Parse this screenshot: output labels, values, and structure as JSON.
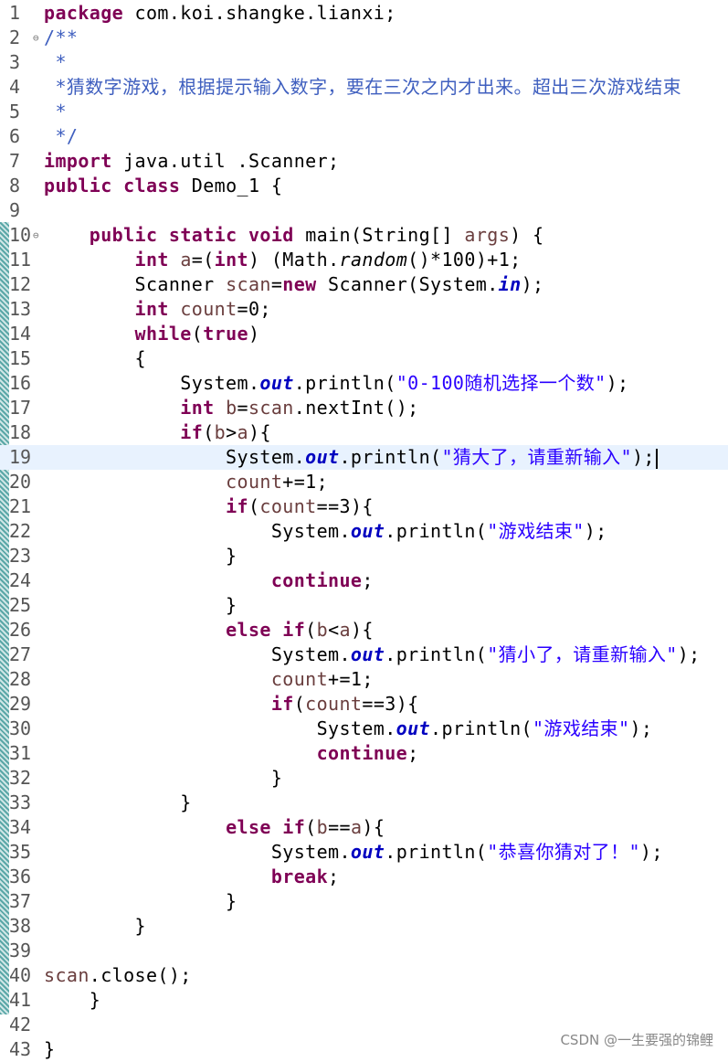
{
  "editor": {
    "language": "java",
    "current_line": 19,
    "lines": [
      {
        "n": "1",
        "tokens": [
          {
            "t": "package",
            "c": "kw"
          },
          {
            "t": " com.koi.shangke.lianxi;"
          }
        ]
      },
      {
        "n": "2",
        "fold": true,
        "tokens": [
          {
            "t": "/**",
            "c": "cmt"
          }
        ]
      },
      {
        "n": "3",
        "tokens": [
          {
            "t": " *",
            "c": "cmt"
          }
        ]
      },
      {
        "n": "4",
        "tokens": [
          {
            "t": " *猜数字游戏，根据提示输入数字，要在三次之内才出来。超出三次游戏结束",
            "c": "cmt"
          }
        ]
      },
      {
        "n": "5",
        "tokens": [
          {
            "t": " *",
            "c": "cmt"
          }
        ]
      },
      {
        "n": "6",
        "tokens": [
          {
            "t": " */",
            "c": "cmt"
          }
        ]
      },
      {
        "n": "7",
        "tokens": [
          {
            "t": "import",
            "c": "kw"
          },
          {
            "t": " java.util .Scanner;"
          }
        ]
      },
      {
        "n": "8",
        "tokens": [
          {
            "t": "public",
            "c": "kw"
          },
          {
            "t": " "
          },
          {
            "t": "class",
            "c": "kw"
          },
          {
            "t": " Demo_1 {"
          }
        ]
      },
      {
        "n": "9",
        "tokens": []
      },
      {
        "n": "10",
        "fold": true,
        "tokens": [
          {
            "t": "    "
          },
          {
            "t": "public",
            "c": "kw"
          },
          {
            "t": " "
          },
          {
            "t": "static",
            "c": "kw"
          },
          {
            "t": " "
          },
          {
            "t": "void",
            "c": "kw"
          },
          {
            "t": " main(String[] "
          },
          {
            "t": "args",
            "c": "var"
          },
          {
            "t": ") {"
          }
        ]
      },
      {
        "n": "11",
        "tokens": [
          {
            "t": "        "
          },
          {
            "t": "int",
            "c": "kw"
          },
          {
            "t": " "
          },
          {
            "t": "a",
            "c": "var"
          },
          {
            "t": "=("
          },
          {
            "t": "int",
            "c": "kw"
          },
          {
            "t": ") (Math."
          },
          {
            "t": "random",
            "c": "itl"
          },
          {
            "t": "()*100)+1;"
          }
        ]
      },
      {
        "n": "12",
        "tokens": [
          {
            "t": "        Scanner "
          },
          {
            "t": "scan",
            "c": "var"
          },
          {
            "t": "="
          },
          {
            "t": "new",
            "c": "kw"
          },
          {
            "t": " Scanner(System."
          },
          {
            "t": "in",
            "c": "fld"
          },
          {
            "t": ");"
          }
        ]
      },
      {
        "n": "13",
        "tokens": [
          {
            "t": "        "
          },
          {
            "t": "int",
            "c": "kw"
          },
          {
            "t": " "
          },
          {
            "t": "count",
            "c": "var"
          },
          {
            "t": "=0;"
          }
        ]
      },
      {
        "n": "14",
        "tokens": [
          {
            "t": "        "
          },
          {
            "t": "while",
            "c": "kw"
          },
          {
            "t": "("
          },
          {
            "t": "true",
            "c": "kw"
          },
          {
            "t": ")"
          }
        ]
      },
      {
        "n": "15",
        "tokens": [
          {
            "t": "        {"
          }
        ]
      },
      {
        "n": "16",
        "tokens": [
          {
            "t": "            System."
          },
          {
            "t": "out",
            "c": "fld"
          },
          {
            "t": ".println("
          },
          {
            "t": "\"0-100随机选择一个数\"",
            "c": "str"
          },
          {
            "t": ");"
          }
        ]
      },
      {
        "n": "17",
        "tokens": [
          {
            "t": "            "
          },
          {
            "t": "int",
            "c": "kw"
          },
          {
            "t": " "
          },
          {
            "t": "b",
            "c": "var"
          },
          {
            "t": "="
          },
          {
            "t": "scan",
            "c": "var"
          },
          {
            "t": ".nextInt();"
          }
        ]
      },
      {
        "n": "18",
        "tokens": [
          {
            "t": "            "
          },
          {
            "t": "if",
            "c": "kw"
          },
          {
            "t": "("
          },
          {
            "t": "b",
            "c": "var"
          },
          {
            "t": ">"
          },
          {
            "t": "a",
            "c": "var"
          },
          {
            "t": "){"
          }
        ]
      },
      {
        "n": "19",
        "tokens": [
          {
            "t": "                System."
          },
          {
            "t": "out",
            "c": "fld"
          },
          {
            "t": ".println("
          },
          {
            "t": "\"猜大了，请重新输入\"",
            "c": "str"
          },
          {
            "t": ");"
          }
        ]
      },
      {
        "n": "20",
        "tokens": [
          {
            "t": "                "
          },
          {
            "t": "count",
            "c": "var"
          },
          {
            "t": "+=1;"
          }
        ]
      },
      {
        "n": "21",
        "tokens": [
          {
            "t": "                "
          },
          {
            "t": "if",
            "c": "kw"
          },
          {
            "t": "("
          },
          {
            "t": "count",
            "c": "var"
          },
          {
            "t": "==3){"
          }
        ]
      },
      {
        "n": "22",
        "tokens": [
          {
            "t": "                    System."
          },
          {
            "t": "out",
            "c": "fld"
          },
          {
            "t": ".println("
          },
          {
            "t": "\"游戏结束\"",
            "c": "str"
          },
          {
            "t": ");"
          }
        ]
      },
      {
        "n": "23",
        "tokens": [
          {
            "t": "                }"
          }
        ]
      },
      {
        "n": "24",
        "tokens": [
          {
            "t": "                    "
          },
          {
            "t": "continue",
            "c": "kw"
          },
          {
            "t": ";"
          }
        ]
      },
      {
        "n": "25",
        "tokens": [
          {
            "t": "                }"
          }
        ]
      },
      {
        "n": "26",
        "tokens": [
          {
            "t": "                "
          },
          {
            "t": "else",
            "c": "kw"
          },
          {
            "t": " "
          },
          {
            "t": "if",
            "c": "kw"
          },
          {
            "t": "("
          },
          {
            "t": "b",
            "c": "var"
          },
          {
            "t": "<"
          },
          {
            "t": "a",
            "c": "var"
          },
          {
            "t": "){"
          }
        ]
      },
      {
        "n": "27",
        "tokens": [
          {
            "t": "                    System."
          },
          {
            "t": "out",
            "c": "fld"
          },
          {
            "t": ".println("
          },
          {
            "t": "\"猜小了，请重新输入\"",
            "c": "str"
          },
          {
            "t": ");"
          }
        ]
      },
      {
        "n": "28",
        "tokens": [
          {
            "t": "                    "
          },
          {
            "t": "count",
            "c": "var"
          },
          {
            "t": "+=1;"
          }
        ]
      },
      {
        "n": "29",
        "tokens": [
          {
            "t": "                    "
          },
          {
            "t": "if",
            "c": "kw"
          },
          {
            "t": "("
          },
          {
            "t": "count",
            "c": "var"
          },
          {
            "t": "==3){"
          }
        ]
      },
      {
        "n": "30",
        "tokens": [
          {
            "t": "                        System."
          },
          {
            "t": "out",
            "c": "fld"
          },
          {
            "t": ".println("
          },
          {
            "t": "\"游戏结束\"",
            "c": "str"
          },
          {
            "t": ");"
          }
        ]
      },
      {
        "n": "31",
        "tokens": [
          {
            "t": "                        "
          },
          {
            "t": "continue",
            "c": "kw"
          },
          {
            "t": ";"
          }
        ]
      },
      {
        "n": "32",
        "tokens": [
          {
            "t": "                    }"
          }
        ]
      },
      {
        "n": "33",
        "tokens": [
          {
            "t": "            }"
          }
        ]
      },
      {
        "n": "34",
        "tokens": [
          {
            "t": "                "
          },
          {
            "t": "else",
            "c": "kw"
          },
          {
            "t": " "
          },
          {
            "t": "if",
            "c": "kw"
          },
          {
            "t": "("
          },
          {
            "t": "b",
            "c": "var"
          },
          {
            "t": "=="
          },
          {
            "t": "a",
            "c": "var"
          },
          {
            "t": "){"
          }
        ]
      },
      {
        "n": "35",
        "tokens": [
          {
            "t": "                    System."
          },
          {
            "t": "out",
            "c": "fld"
          },
          {
            "t": ".println("
          },
          {
            "t": "\"恭喜你猜对了！\"",
            "c": "str"
          },
          {
            "t": ");"
          }
        ]
      },
      {
        "n": "36",
        "tokens": [
          {
            "t": "                    "
          },
          {
            "t": "break",
            "c": "kw"
          },
          {
            "t": ";"
          }
        ]
      },
      {
        "n": "37",
        "tokens": [
          {
            "t": "                }"
          }
        ]
      },
      {
        "n": "38",
        "tokens": [
          {
            "t": "        }"
          }
        ]
      },
      {
        "n": "39",
        "tokens": []
      },
      {
        "n": "40",
        "tokens": [
          {
            "t": "scan",
            "c": "var"
          },
          {
            "t": ".close();"
          }
        ]
      },
      {
        "n": "41",
        "tokens": [
          {
            "t": "    }"
          }
        ]
      },
      {
        "n": "42",
        "tokens": []
      },
      {
        "n": "43",
        "tokens": [
          {
            "t": "}"
          }
        ]
      }
    ]
  },
  "watermark": "CSDN @一生要强的锦鲤"
}
